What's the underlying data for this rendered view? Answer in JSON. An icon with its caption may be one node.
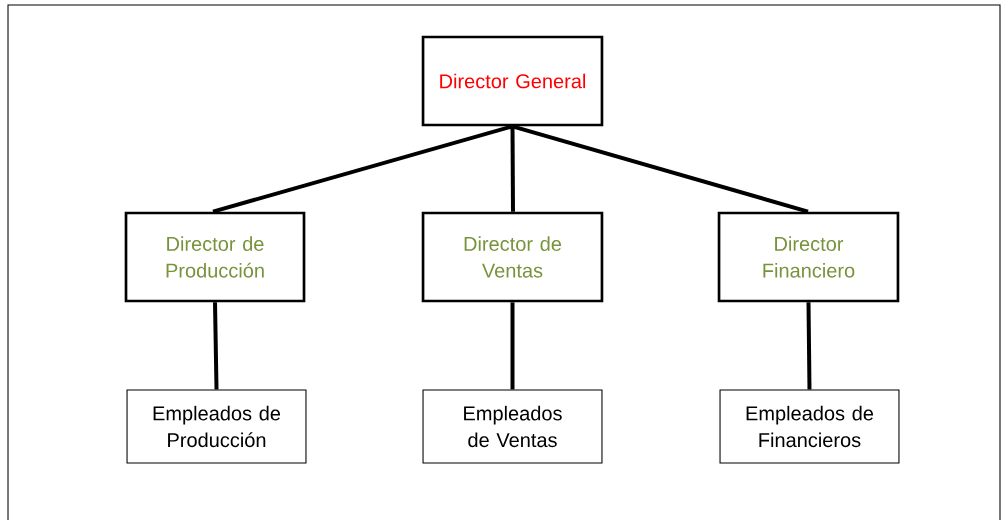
{
  "diagram": {
    "nodes": [
      {
        "text": [
          "Director General"
        ]
      },
      {
        "text": [
          "Director de Producción"
        ]
      },
      {
        "text": [
          "Director de Ventas"
        ]
      },
      {
        "text": [
          "Director Financiero"
        ]
      },
      {
        "text": [
          "Empleados de Producción"
        ]
      },
      {
        "text": [
          "Empleados de Ventas"
        ]
      },
      {
        "text": [
          "Empleados de Financieros"
        ]
      }
    ],
    "edges": [
      {
        "from": 0,
        "to": 1,
        "arrow": "none"
      },
      {
        "from": 0,
        "to": 2,
        "arrow": "none"
      },
      {
        "from": 0,
        "to": 3,
        "arrow": "none"
      },
      {
        "from": 1,
        "to": 4,
        "arrow": "none"
      },
      {
        "from": 2,
        "to": 5,
        "arrow": "none"
      },
      {
        "from": 3,
        "to": 6,
        "arrow": "none"
      }
    ]
  }
}
